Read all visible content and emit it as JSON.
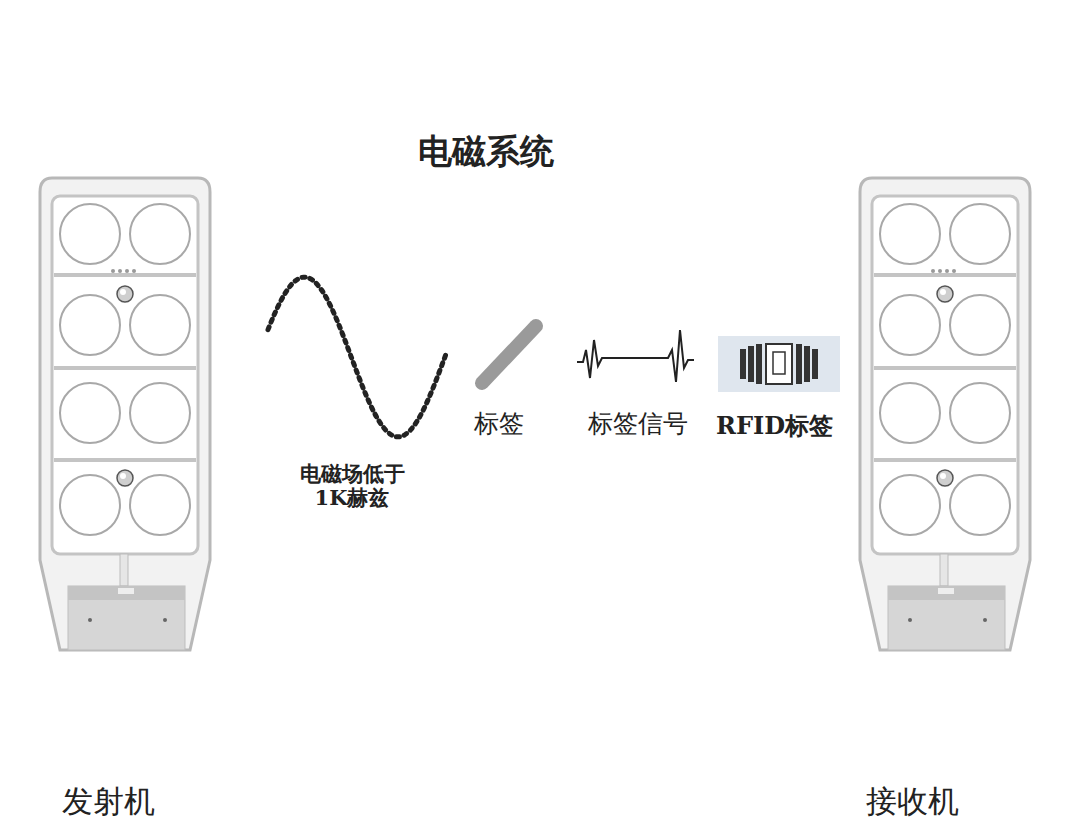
{
  "diagram": {
    "title": "电磁系统",
    "labels": [
      "电磁场低于1K赫兹",
      "标签",
      "标签信号",
      "RFID标签",
      "发射机",
      "接收机"
    ]
  }
}
